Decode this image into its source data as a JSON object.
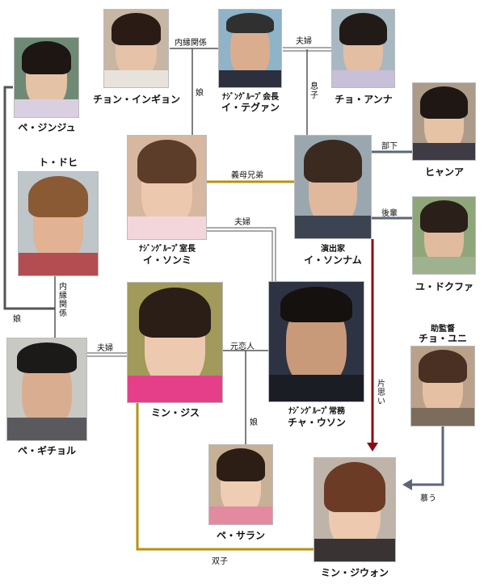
{
  "colors": {
    "line_gray": "#555555",
    "line_gold": "#b8920c",
    "line_red": "#8b0a10",
    "line_slate": "#5c6677"
  },
  "people": {
    "jinju": {
      "name": "ペ・ジンジュ",
      "role": ""
    },
    "inkyon": {
      "name": "チョン・インギョン",
      "role": ""
    },
    "tegwan": {
      "name": "イ・テグァン",
      "role": "ﾅｼﾞﾝｸﾞﾙｰﾌﾟ会長"
    },
    "anna": {
      "name": "チョ・アンナ",
      "role": ""
    },
    "dohi": {
      "name": "ト・ドヒ",
      "role": ""
    },
    "sonmi": {
      "name": "イ・ソンミ",
      "role": "ﾅｼﾞﾝｸﾞﾙｰﾌﾟ室長"
    },
    "sonnam": {
      "name": "イ・ソンナム",
      "role": "演出家"
    },
    "hyanga": {
      "name": "ヒャンア",
      "role": ""
    },
    "dokfa": {
      "name": "ユ・ドクファ",
      "role": ""
    },
    "yuni": {
      "name": "チョ・ユニ",
      "role": "助監督"
    },
    "gichol": {
      "name": "ペ・ギチョル",
      "role": ""
    },
    "jisu": {
      "name": "ミン・ジス",
      "role": ""
    },
    "uson": {
      "name": "チャ・ウソン",
      "role": "ﾅｼﾞﾝｸﾞﾙｰﾌﾟ常務"
    },
    "saran": {
      "name": "ペ・サラン",
      "role": ""
    },
    "jiwon": {
      "name": "ミン・ジウォン",
      "role": ""
    }
  },
  "relations": {
    "naien1": "内縁関係",
    "fufu1": "夫婦",
    "musume1": "娘",
    "musuko": "息子",
    "gibokyodai": "義母兄弟",
    "buka": "部下",
    "fufu2": "夫婦",
    "kohai": "後輩",
    "naien2": "内縁関係",
    "musume2": "娘",
    "fufu3": "夫婦",
    "motokoibito": "元恋人",
    "kataomoi": "片思い",
    "musume3": "娘",
    "shitau": "慕う",
    "futago": "双子"
  }
}
